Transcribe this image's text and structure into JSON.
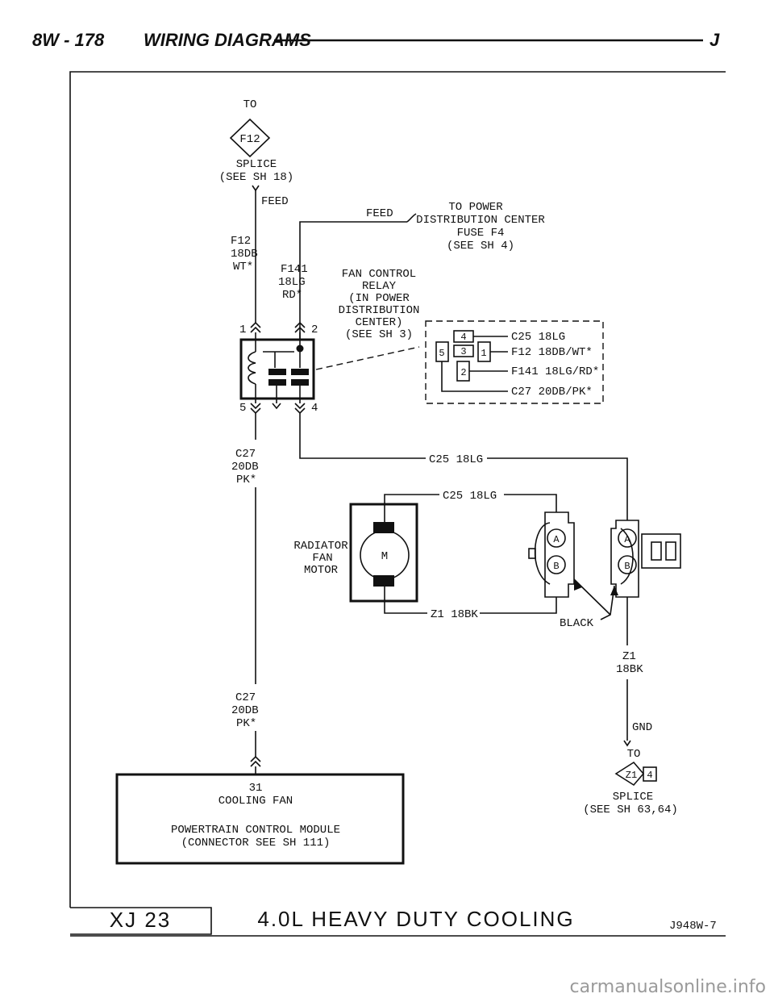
{
  "header": {
    "page": "8W - 178",
    "title": "WIRING DIAGRAMS",
    "edition": "J"
  },
  "footer": {
    "model": "XJ 23",
    "title": "4.0L HEAVY DUTY COOLING",
    "code": "J948W-7"
  },
  "top_ref": {
    "to": "TO",
    "diamond": "F12",
    "line1": "SPLICE",
    "line2": "(SEE SH 18)"
  },
  "feed_left": "FEED",
  "feed_right": "FEED",
  "power_ref": {
    "l1": "TO POWER",
    "l2": "DISTRIBUTION CENTER",
    "l3": "FUSE F4",
    "l4": "(SEE SH 4)"
  },
  "wire_f12": {
    "l1": "F12",
    "l2": "18DB",
    "l3": "WT*"
  },
  "wire_f141": {
    "l1": "F141",
    "l2": "18LG",
    "l3": "RD*"
  },
  "relay": {
    "l1": "FAN CONTROL",
    "l2": "RELAY",
    "l3": "(IN POWER",
    "l4": "DISTRIBUTION",
    "l5": "CENTER)",
    "l6": "(SEE SH 3)"
  },
  "relay_pins": {
    "p1": "1",
    "p2": "2",
    "p5": "5",
    "p4": "4"
  },
  "connector_pins": {
    "a": "4",
    "b": "5",
    "c": "3",
    "d": "1",
    "e": "2"
  },
  "connector_wires": {
    "w1": "C25 18LG",
    "w2": "F12 18DB/WT*",
    "w3": "F141 18LG/RD*",
    "w4": "C27 20DB/PK*"
  },
  "wire_c27_upper": {
    "l1": "C27",
    "l2": "20DB",
    "l3": "PK*"
  },
  "wire_c25_main": "C25 18LG",
  "wire_c25_motor": "C25 18LG",
  "motor": {
    "l1": "RADIATOR",
    "l2": "FAN",
    "l3": "MOTOR",
    "symbol": "M"
  },
  "wire_z1_motor": "Z1 18BK",
  "pins": {
    "a": "A",
    "b": "B"
  },
  "black_label": "BLACK",
  "wire_z1_right": {
    "l1": "Z1",
    "l2": "18BK"
  },
  "wire_c27_lower": {
    "l1": "C27",
    "l2": "20DB",
    "l3": "PK*"
  },
  "gnd": "GND",
  "bottom_ref": {
    "to": "TO",
    "diamond": "Z1",
    "pin": "4",
    "line1": "SPLICE",
    "line2": "(SEE SH 63,64)"
  },
  "pcm": {
    "pin": "31",
    "pin_name": "COOLING FAN",
    "l1": "POWERTRAIN CONTROL MODULE",
    "l2": "(CONNECTOR SEE SH 111)"
  },
  "watermark": "carmanualsonline.info"
}
